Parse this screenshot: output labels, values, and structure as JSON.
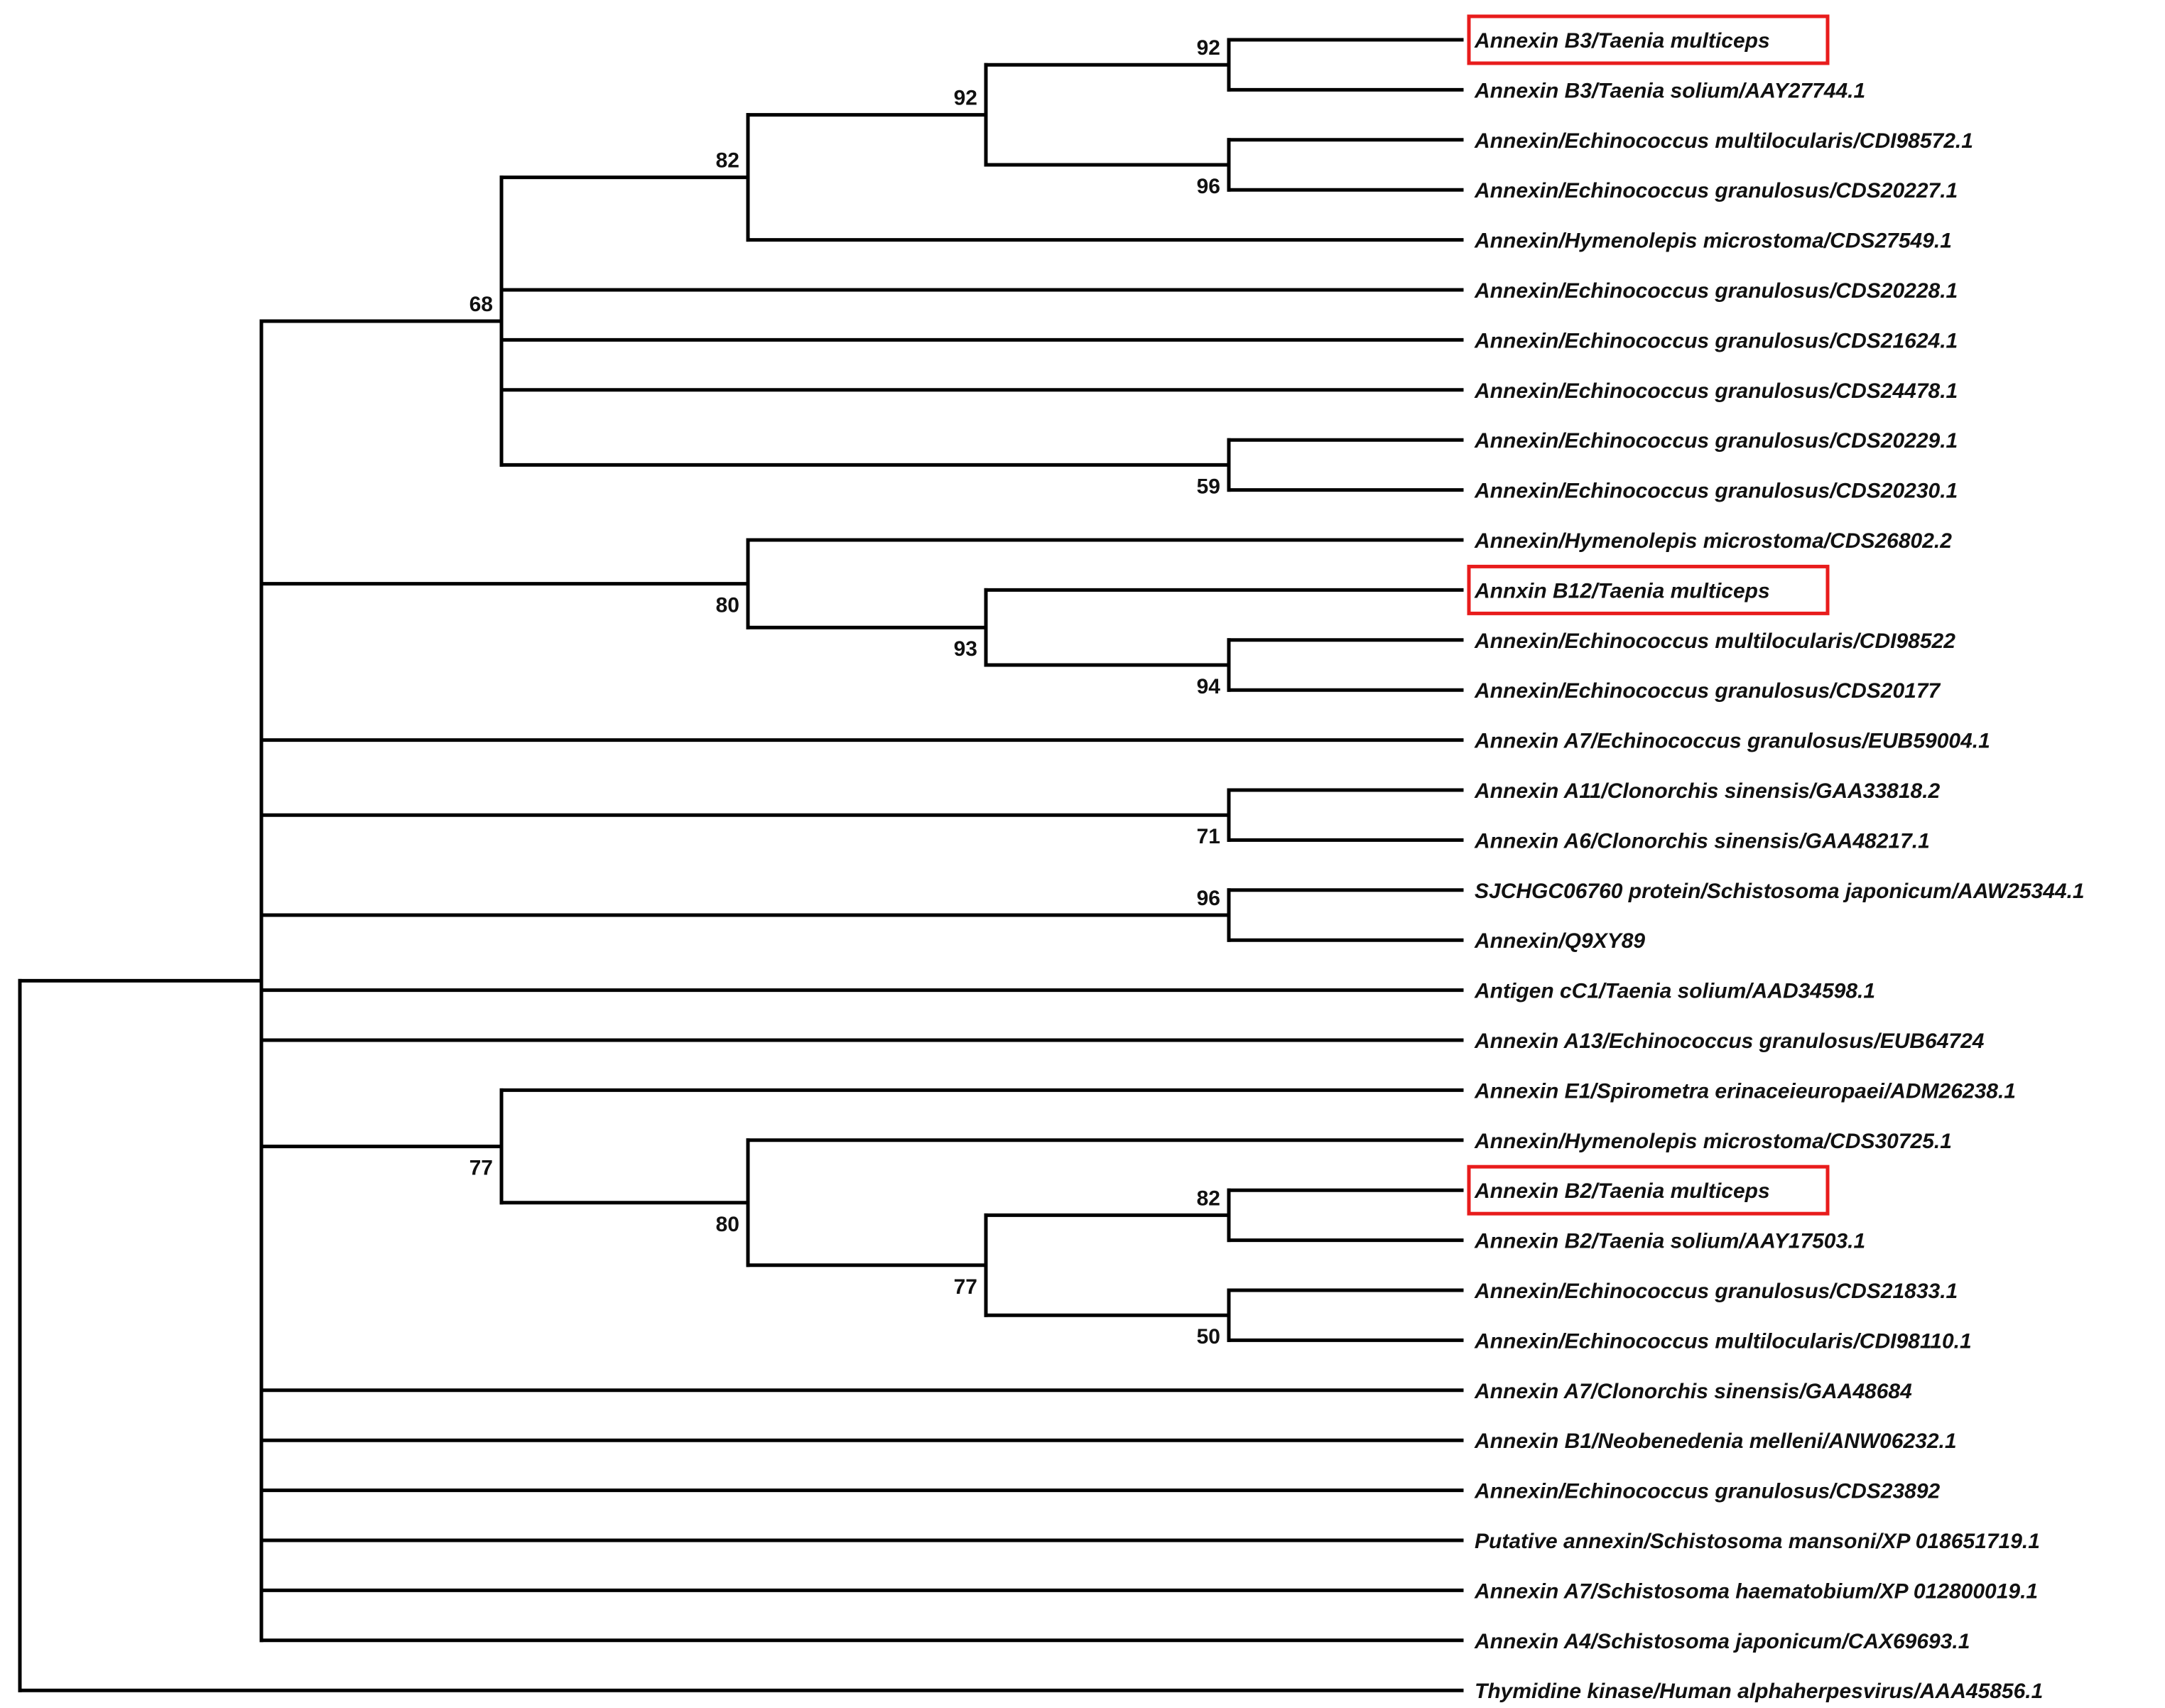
{
  "tree": {
    "id": "root",
    "children": [
      {
        "id": "ingroup",
        "children": [
          {
            "id": "c68",
            "bootstrap": "68",
            "children": [
              {
                "id": "c82a",
                "bootstrap": "82",
                "children": [
                  {
                    "id": "c92a",
                    "bootstrap": "92",
                    "children": [
                      {
                        "id": "c92b",
                        "bootstrap": "92",
                        "children": [
                          {
                            "label": "Annexin B3/Taenia multiceps",
                            "highlight": true
                          },
                          {
                            "label": "Annexin B3/Taenia solium/AAY27744.1"
                          }
                        ]
                      },
                      {
                        "id": "c96a",
                        "bootstrap": "96",
                        "children": [
                          {
                            "label": "Annexin/Echinococcus multilocularis/CDI98572.1"
                          },
                          {
                            "label": "Annexin/Echinococcus granulosus/CDS20227.1"
                          }
                        ]
                      }
                    ]
                  },
                  {
                    "label": "Annexin/Hymenolepis microstoma/CDS27549.1"
                  }
                ]
              },
              {
                "label": "Annexin/Echinococcus granulosus/CDS20228.1"
              },
              {
                "label": "Annexin/Echinococcus granulosus/CDS21624.1"
              },
              {
                "label": "Annexin/Echinococcus granulosus/CDS24478.1"
              },
              {
                "id": "c59",
                "bootstrap": "59",
                "children": [
                  {
                    "label": "Annexin/Echinococcus granulosus/CDS20229.1"
                  },
                  {
                    "label": "Annexin/Echinococcus granulosus/CDS20230.1"
                  }
                ]
              }
            ]
          },
          {
            "id": "c80a",
            "bootstrap": "80",
            "children": [
              {
                "label": "Annexin/Hymenolepis microstoma/CDS26802.2"
              },
              {
                "id": "c93",
                "bootstrap": "93",
                "children": [
                  {
                    "label": "Annxin B12/Taenia multiceps",
                    "highlight": true
                  },
                  {
                    "id": "c94",
                    "bootstrap": "94",
                    "children": [
                      {
                        "label": "Annexin/Echinococcus multilocularis/CDI98522"
                      },
                      {
                        "label": "Annexin/Echinococcus granulosus/CDS20177"
                      }
                    ]
                  }
                ]
              }
            ]
          },
          {
            "label": "Annexin A7/Echinococcus granulosus/EUB59004.1"
          },
          {
            "id": "c71",
            "bootstrap": "71",
            "children": [
              {
                "label": "Annexin A11/Clonorchis sinensis/GAA33818.2"
              },
              {
                "label": "Annexin A6/Clonorchis sinensis/GAA48217.1"
              }
            ]
          },
          {
            "id": "c96b",
            "bootstrap": "96",
            "children": [
              {
                "label": "SJCHGC06760 protein/Schistosoma japonicum/AAW25344.1"
              },
              {
                "label": "Annexin/Q9XY89"
              }
            ]
          },
          {
            "label": "Antigen cC1/Taenia solium/AAD34598.1"
          },
          {
            "label": "Annexin A13/Echinococcus granulosus/EUB64724"
          },
          {
            "id": "c77a",
            "bootstrap": "77",
            "children": [
              {
                "label": "Annexin E1/Spirometra erinaceieuropaei/ADM26238.1"
              },
              {
                "id": "c80b",
                "bootstrap": "80",
                "children": [
                  {
                    "label": "Annexin/Hymenolepis microstoma/CDS30725.1"
                  },
                  {
                    "id": "c77b",
                    "bootstrap": "77",
                    "children": [
                      {
                        "id": "c82b",
                        "bootstrap": "82",
                        "children": [
                          {
                            "label": "Annexin B2/Taenia multiceps",
                            "highlight": true
                          },
                          {
                            "label": "Annexin B2/Taenia solium/AAY17503.1"
                          }
                        ]
                      },
                      {
                        "id": "c50",
                        "bootstrap": "50",
                        "children": [
                          {
                            "label": "Annexin/Echinococcus granulosus/CDS21833.1"
                          },
                          {
                            "label": "Annexin/Echinococcus multilocularis/CDI98110.1"
                          }
                        ]
                      }
                    ]
                  }
                ]
              }
            ]
          },
          {
            "label": "Annexin A7/Clonorchis sinensis/GAA48684"
          },
          {
            "label": "Annexin B1/Neobenedenia melleni/ANW06232.1"
          },
          {
            "label": "Annexin/Echinococcus granulosus/CDS23892"
          },
          {
            "label": "Putative annexin/Schistosoma mansoni/XP 018651719.1"
          },
          {
            "label": "Annexin A7/Schistosoma haematobium/XP 012800019.1"
          },
          {
            "label": "Annexin A4/Schistosoma japonicum/CAX69693.1"
          }
        ]
      },
      {
        "label": "Thymidine kinase/Human alphaherpesvirus/AAA45856.1"
      }
    ]
  },
  "colors": {
    "branch": "#000000",
    "highlight_box": "#e81c1c",
    "text": "#111111"
  }
}
